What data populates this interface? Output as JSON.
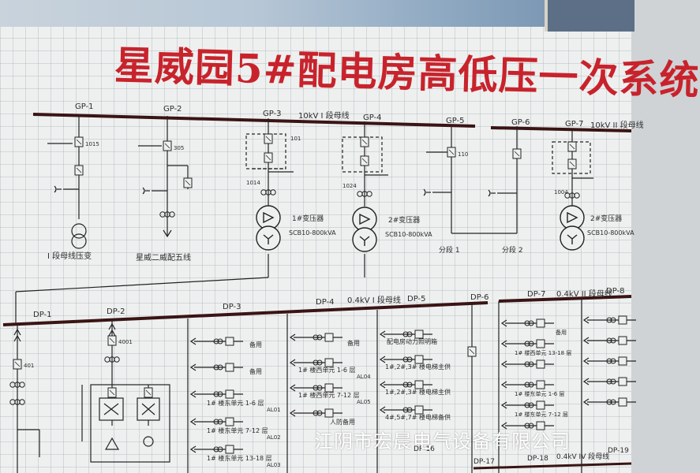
{
  "title": "星威园5#配电房高低压一次系统",
  "company": "江阴市宏晨电气设备有限公司",
  "hv": {
    "bus_label_1": "10kV I 段母线",
    "bus_label_2": "10kV II 段母线",
    "panels": [
      "GP-1",
      "GP-2",
      "GP-3",
      "GP-4",
      "GP-5",
      "GP-6",
      "GP-7"
    ],
    "switch_labels": [
      "1015",
      "305",
      "101",
      "1014",
      "1024",
      "1004",
      "110"
    ],
    "gp1_label": "I 段母线压变",
    "gp2_label": "星威二威配五线",
    "tr1_label": "1#变压器",
    "tr1_model": "SCB10-800kVA",
    "tr2_label": "2#变压器",
    "tr2_model": "SCB10-800kVA",
    "tr3_label": "2#变压器",
    "tr3_model": "SCB10-800kVA",
    "tie1_label": "分段 1",
    "tie2_label": "分段 2"
  },
  "lv": {
    "bus_label_1": "0.4kV I 段母线",
    "bus_label_2": "0.4kV II 段母线",
    "panels": [
      "DP-1",
      "DP-2",
      "DP-3",
      "DP-4",
      "DP-5",
      "DP-6",
      "DP-7",
      "DP-8"
    ],
    "bottom_panels": [
      "DP-16",
      "DP-17",
      "DP-18",
      "DP-19"
    ],
    "bottom_bus_label": "0.4kV IV 段母线",
    "switch_labels": [
      "401",
      "4001"
    ],
    "dp3_circuits": [
      {
        "label": "备用",
        "code": ""
      },
      {
        "label": "备用",
        "code": ""
      },
      {
        "label": "1# 楼东单元 1-6 层",
        "code": "AL01"
      },
      {
        "label": "1# 楼东单元 7-12 层",
        "code": "AL02"
      },
      {
        "label": "1# 楼东单元 13-18 层",
        "code": "AL03"
      }
    ],
    "dp4_circuits": [
      {
        "label": "备用",
        "code": ""
      },
      {
        "label": "1# 楼西单元 1-6 层",
        "code": "AL04"
      },
      {
        "label": "1# 楼西单元 7-12 层",
        "code": "AL05"
      },
      {
        "label": "人防备用",
        "code": ""
      }
    ],
    "dp5_circuits": [
      {
        "label": "配电房动力照明箱",
        "code": ""
      },
      {
        "label": "1#,2#,3# 楼电梯主供",
        "code": ""
      },
      {
        "label": "1#,2#,3# 楼电梯主供",
        "code": ""
      },
      {
        "label": "4#,5#,7# 楼电梯备供",
        "code": ""
      }
    ],
    "dp7_circuits": [
      {
        "label": "备用",
        "code": ""
      },
      {
        "label": "1# 楼西单元 13-18 层",
        "code": ""
      },
      {
        "label": "1# 楼东单元 1-6 层",
        "code": ""
      },
      {
        "label": "1# 楼东单元 7-12 层",
        "code": ""
      }
    ]
  }
}
